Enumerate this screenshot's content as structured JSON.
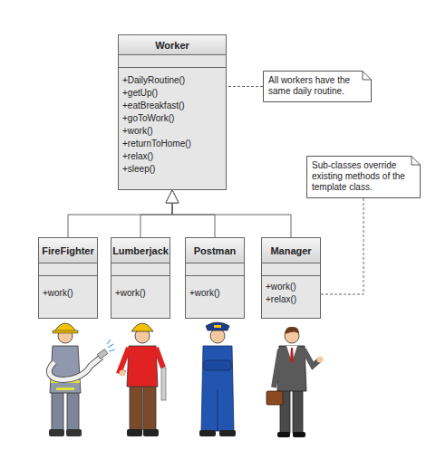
{
  "diagram": {
    "nodes": [
      {
        "text": [
          "Worker",
          "+DailyRoutine()",
          "+getUp()",
          "+eatBreakfast()",
          "+goToWork()",
          "+work()",
          "+returnToHome()",
          "+relax()",
          "+sleep()"
        ]
      },
      {
        "text": [
          "All workers have the same daily routine."
        ]
      },
      {
        "text": [
          "Sub-classes override existing methods of the template class."
        ]
      },
      {
        "text": [
          "FireFighter",
          "+work()"
        ]
      },
      {
        "text": [
          "Lumberjack",
          "+work()"
        ]
      },
      {
        "text": [
          "Postman",
          "+work()"
        ]
      },
      {
        "text": [
          "Manager",
          "+work()",
          "+relax()"
        ]
      }
    ],
    "edges": [
      {
        "from": 3,
        "to": 0,
        "arrow": "to"
      },
      {
        "from": 4,
        "to": 0,
        "arrow": "to"
      },
      {
        "from": 5,
        "to": 0,
        "arrow": "to"
      },
      {
        "from": 6,
        "to": 0,
        "arrow": "to"
      },
      {
        "from": 1,
        "to": 0,
        "arrow": "none"
      },
      {
        "from": 2,
        "to": 6,
        "arrow": "none"
      }
    ]
  }
}
